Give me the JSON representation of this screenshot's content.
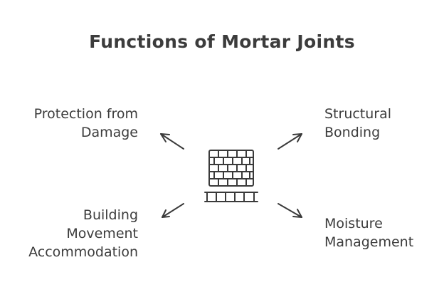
{
  "title": "Functions of Mortar Joints",
  "center": {
    "icon": "brick-wall-icon"
  },
  "functions": {
    "protection": {
      "lines": [
        "Protection from",
        "Damage"
      ],
      "arrow_direction": "up-left"
    },
    "building": {
      "lines": [
        "Building",
        "Movement",
        "Accommodation"
      ],
      "arrow_direction": "down-left"
    },
    "structural": {
      "lines": [
        "Structural",
        "Bonding"
      ],
      "arrow_direction": "up-right"
    },
    "moisture": {
      "lines": [
        "Moisture",
        "Management"
      ],
      "arrow_direction": "down-right"
    }
  },
  "colors": {
    "stroke": "#3a3a3a",
    "background": "#ffffff"
  }
}
